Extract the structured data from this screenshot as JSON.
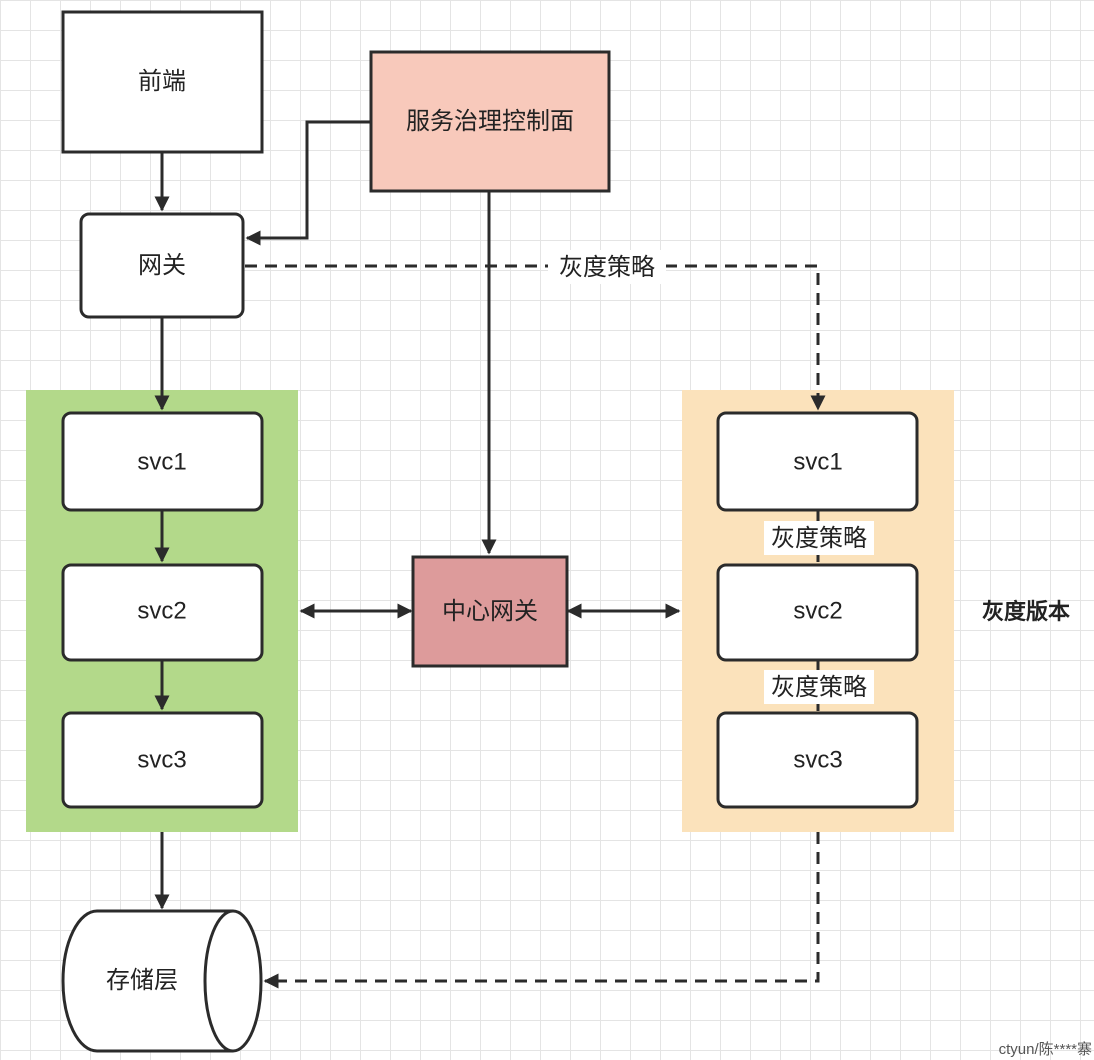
{
  "nodes": {
    "frontend": "前端",
    "gateway": "网关",
    "control_plane": "服务治理控制面",
    "center_gateway": "中心网关",
    "storage": "存储层",
    "stable_svc1": "svc1",
    "stable_svc2": "svc2",
    "stable_svc3": "svc3",
    "gray_svc1": "svc1",
    "gray_svc2": "svc2",
    "gray_svc3": "svc3"
  },
  "labels": {
    "gray_policy_gateway": "灰度策略",
    "gray_policy_1": "灰度策略",
    "gray_policy_2": "灰度策略",
    "gray_version": "灰度版本"
  },
  "watermark": "ctyun/陈****寨",
  "colors": {
    "stable_group": "#b3d98a",
    "gray_group": "#fbe2bb",
    "control_plane": "#f8c9bb",
    "center_gateway": "#dd9b9b",
    "stroke": "#2b2b2b"
  }
}
